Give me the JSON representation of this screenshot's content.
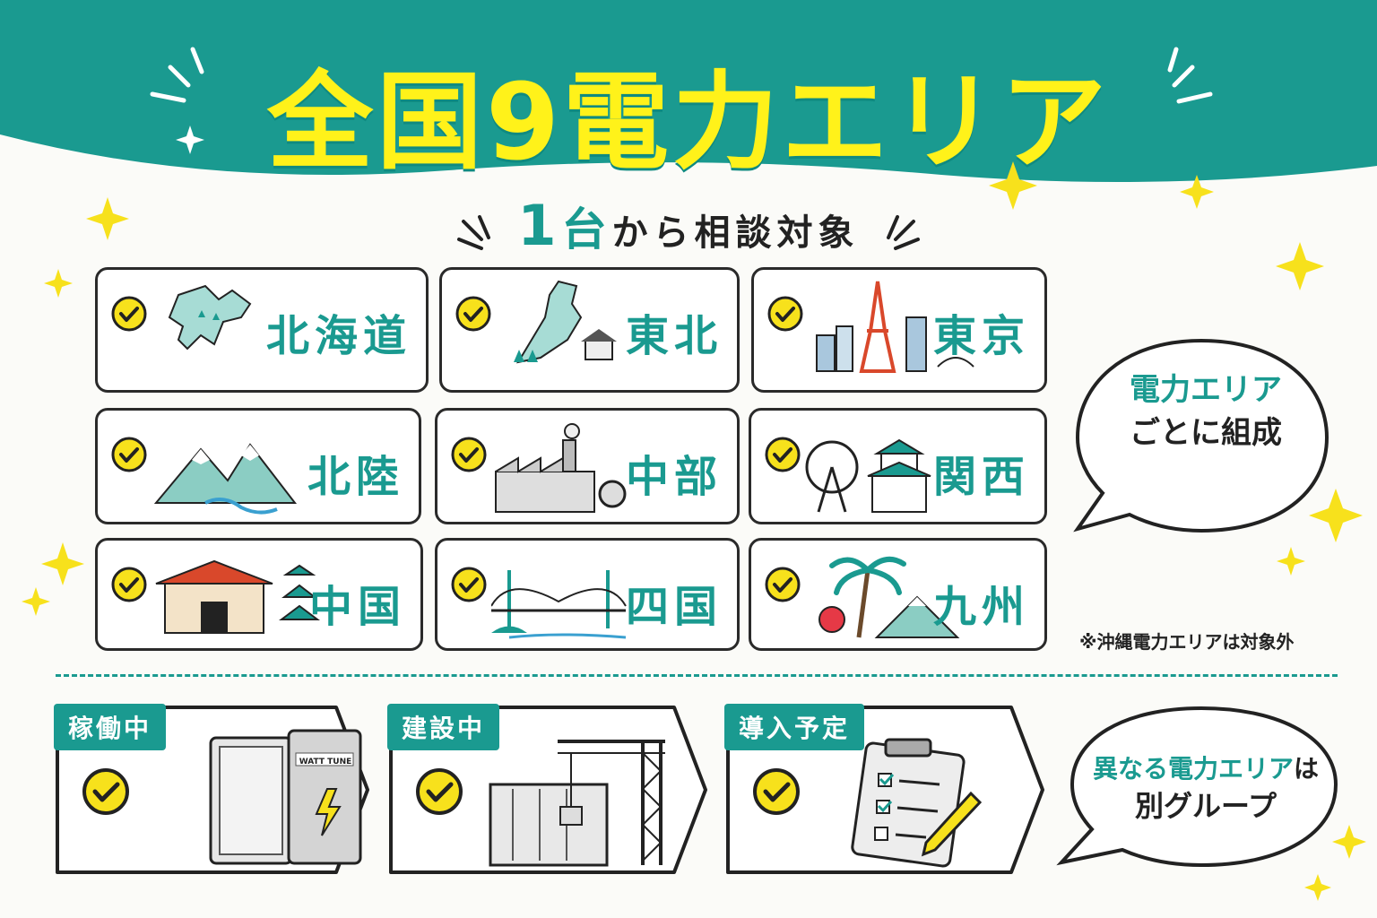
{
  "header": {
    "title": "全国9電力エリア",
    "subtitle_num": "1",
    "subtitle_unit": "台",
    "subtitle_rest": "から相談対象"
  },
  "areas": [
    {
      "name": "北海道",
      "icon": "hokkaido-map-icon"
    },
    {
      "name": "東北",
      "icon": "tohoku-map-icon"
    },
    {
      "name": "東京",
      "icon": "tokyo-skyline-icon"
    },
    {
      "name": "北陸",
      "icon": "mountains-icon"
    },
    {
      "name": "中部",
      "icon": "factory-icon"
    },
    {
      "name": "関西",
      "icon": "osaka-castle-icon"
    },
    {
      "name": "中国",
      "icon": "temple-icon"
    },
    {
      "name": "四国",
      "icon": "bridge-icon"
    },
    {
      "name": "九州",
      "icon": "palm-volcano-icon"
    }
  ],
  "bubble_top": {
    "line1": "電力エリア",
    "line2": "ごとに組成"
  },
  "note": "※沖縄電力エリアは対象外",
  "statuses": [
    {
      "label": "稼働中",
      "icon": "battery-unit-icon",
      "brand": "WATT TUNE"
    },
    {
      "label": "建設中",
      "icon": "construction-crane-icon"
    },
    {
      "label": "導入予定",
      "icon": "clipboard-checklist-icon"
    }
  ],
  "bubble_bottom": {
    "line1_a": "異なる",
    "line1_b": "電力エリア",
    "line1_c": "は",
    "line2": "別グループ"
  },
  "colors": {
    "teal": "#1a9a90",
    "yellow": "#fff21a",
    "check_yellow": "#f7e11c",
    "dark": "#222222"
  }
}
